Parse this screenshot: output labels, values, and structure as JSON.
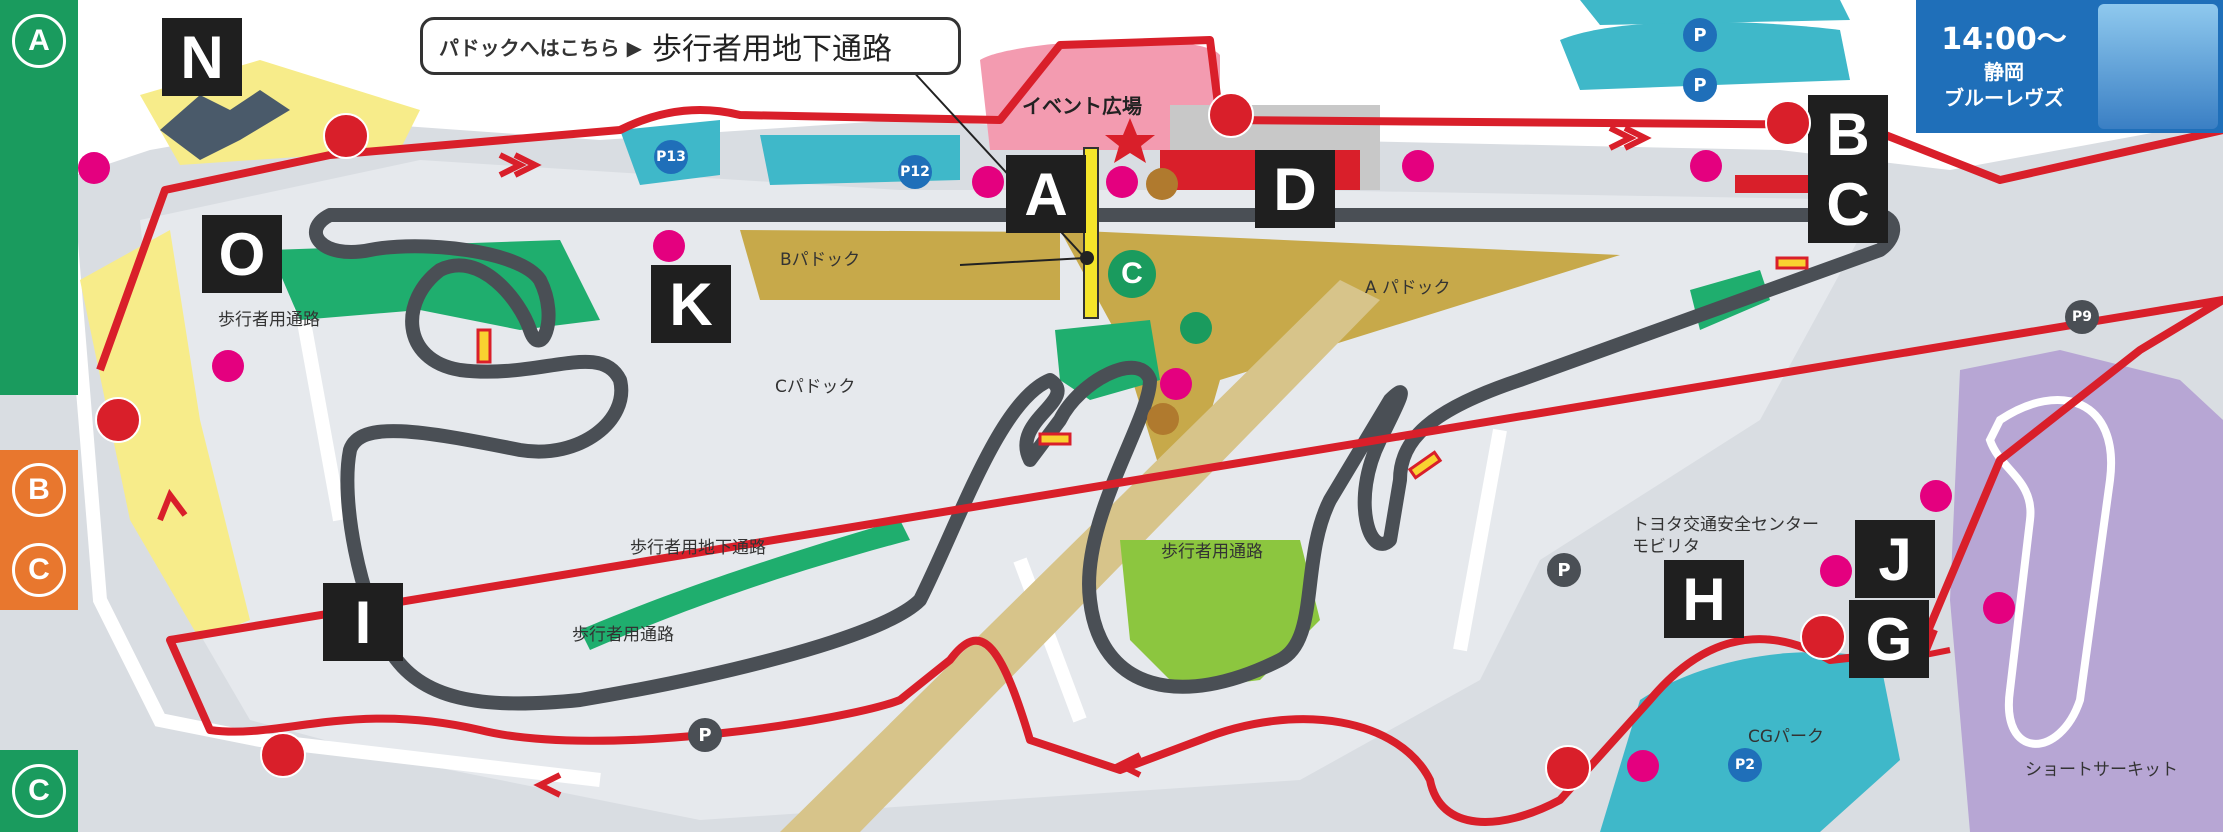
{
  "sidebar_tabs": [
    {
      "letter": "A",
      "color": "#1a9b5e"
    },
    {
      "letter": "B",
      "color": "#e8772e"
    },
    {
      "letter": "C",
      "color": "#e8772e"
    },
    {
      "letter": "C",
      "color": "#1a9b5e"
    }
  ],
  "callout": {
    "paddock_direction": "パドックへはこちら ▶",
    "underpass": "歩行者用地下通路"
  },
  "event": {
    "plaza": "イベント広場"
  },
  "match": {
    "time": "14:00〜",
    "team_line1": "静岡",
    "team_line2": "ブルーレヴズ"
  },
  "areas": {
    "b_paddock": "Bパドック",
    "a_paddock": "A パドック",
    "c_paddock": "Cパドック",
    "traffic_center_line1": "トヨタ交通安全センター",
    "traffic_center_line2": "モビリタ",
    "cg_park": "CGパーク",
    "short_circuit": "ショートサーキット"
  },
  "walkways": {
    "west": "歩行者用通路",
    "underpass_mid": "歩行者用地下通路",
    "south": "歩行者用通路",
    "inner": "歩行者用通路"
  },
  "gates": [
    "A",
    "B",
    "C",
    "D",
    "G",
    "H",
    "I",
    "J",
    "K",
    "N",
    "O"
  ],
  "parking": [
    "P13",
    "P12",
    "P",
    "P",
    "P9",
    "P",
    "P",
    "P2"
  ],
  "gate_c_marker": "C",
  "icon_names": [
    "bus-stop-icon",
    "restroom-icon",
    "restaurant-icon",
    "atm-icon",
    "star-icon",
    "parking-icon"
  ],
  "colors": {
    "track": "#4a4f55",
    "road_red": "#d91f2a",
    "paddock": "#c7a94a",
    "green_zone": "#1fae6e",
    "teal_parking": "#3fb8c9",
    "event_pink": "#f39bb0",
    "gray_land": "#d9dde2",
    "yellow_area": "#f7ec8a",
    "purple_area": "#b7a6d4",
    "restroom_magenta": "#e4007f"
  }
}
